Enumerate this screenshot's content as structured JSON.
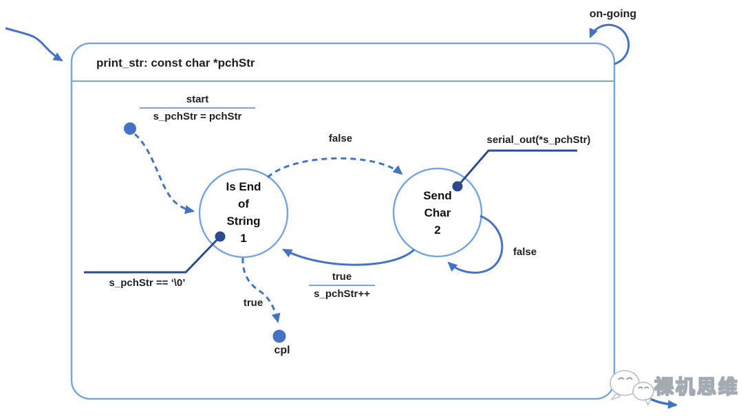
{
  "diagram": {
    "title": "print_str: const char *pchStr",
    "states": [
      {
        "id": "is-end-of-string",
        "label": "Is End\nof\nString\n1"
      },
      {
        "id": "send-char",
        "label": "Send\nChar\n2"
      }
    ],
    "transitions": {
      "ongoing_label": "on-going",
      "start_event": "start",
      "start_action": "s_pchStr = pchStr",
      "false_to_send_char": "false",
      "true_event": "true",
      "true_action": "s_pchStr++",
      "send_char_self_loop": "false",
      "true_to_final": "true",
      "final_state_label": "cpl"
    },
    "callouts": {
      "state2_action": "serial_out(*s_pchStr)",
      "state1_condition": "s_pchStr ==   ‘\\0’"
    },
    "watermark": "裸机思维",
    "colors": {
      "frame_border": "#7aa5dc",
      "arrow": "#4472c4",
      "callout_line": "#2e4a8f",
      "label_text": "#1f1f1f"
    }
  }
}
